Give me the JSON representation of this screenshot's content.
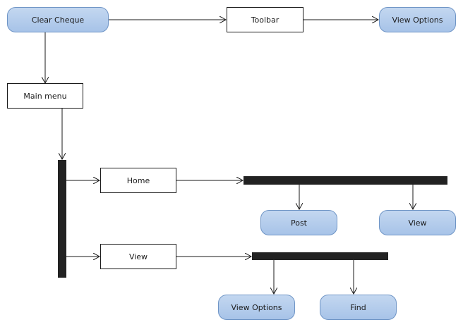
{
  "diagram": {
    "nodes": {
      "clear_cheque": "Clear Cheque",
      "toolbar": "Toolbar",
      "view_options_top": "View Options",
      "main_menu": "Main menu",
      "home": "Home",
      "view": "View",
      "post": "Post",
      "view_right": "View",
      "view_options_bottom": "View Options",
      "find": "Find"
    },
    "colors": {
      "rounded_fill": "#b8cfee",
      "rounded_border": "#6f95c6",
      "line": "#1a1a1a",
      "bar": "#222222"
    }
  }
}
